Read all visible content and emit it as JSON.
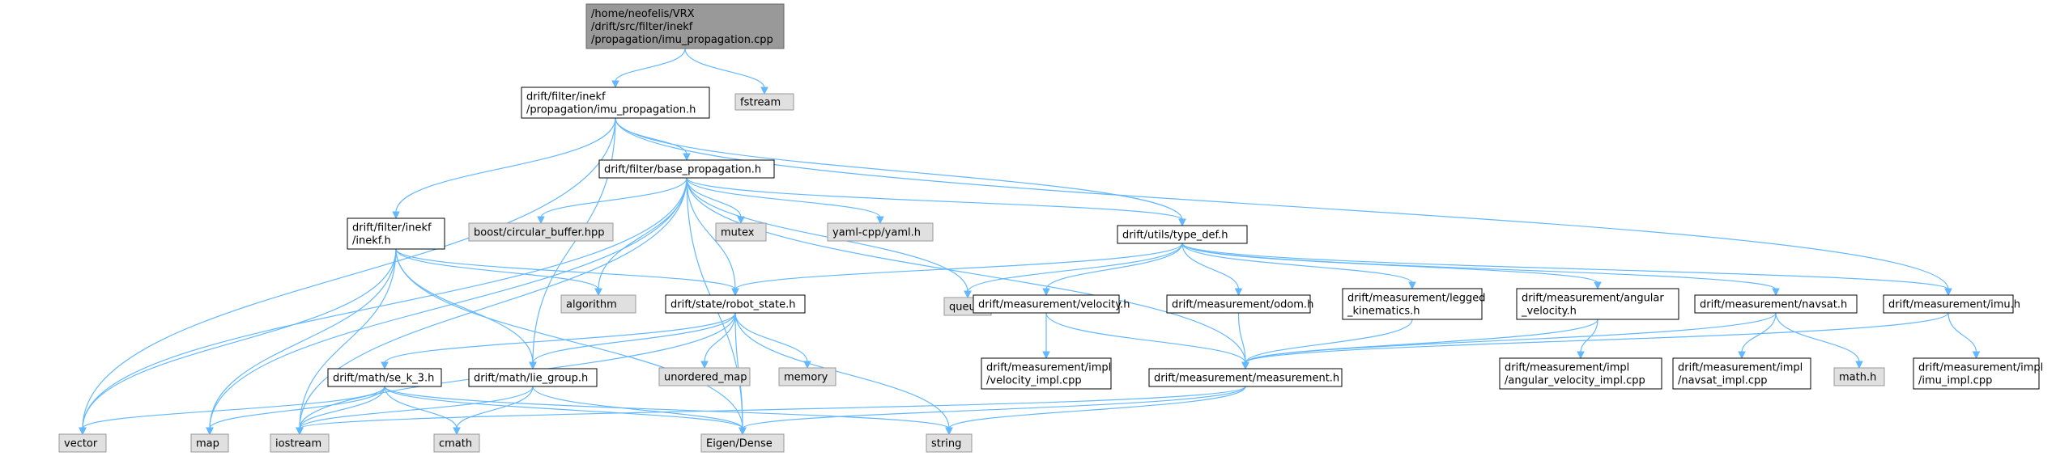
{
  "colors": {
    "edge": "#63b8ff",
    "root_fill": "#999999",
    "ext_fill": "#e0e0e0",
    "doc_fill": "#ffffff"
  },
  "nodes": [
    {
      "id": "root",
      "kind": "root",
      "lines": [
        "/home/neofelis/VRX",
        "/drift/src/filter/inekf",
        "/propagation/imu_propagation.cpp"
      ]
    },
    {
      "id": "fstream",
      "kind": "ext",
      "lines": [
        "fstream"
      ]
    },
    {
      "id": "imu_prop_h",
      "kind": "doc",
      "lines": [
        "drift/filter/inekf",
        "/propagation/imu_propagation.h"
      ]
    },
    {
      "id": "base_prop",
      "kind": "doc",
      "lines": [
        "drift/filter/base_propagation.h"
      ]
    },
    {
      "id": "inekf_h",
      "kind": "doc",
      "lines": [
        "drift/filter/inekf",
        "/inekf.h"
      ]
    },
    {
      "id": "boost_cb",
      "kind": "ext",
      "lines": [
        "boost/circular_buffer.hpp"
      ]
    },
    {
      "id": "mutex",
      "kind": "ext",
      "lines": [
        "mutex"
      ]
    },
    {
      "id": "yaml",
      "kind": "ext",
      "lines": [
        "yaml-cpp/yaml.h"
      ]
    },
    {
      "id": "type_def",
      "kind": "doc",
      "lines": [
        "drift/utils/type_def.h"
      ]
    },
    {
      "id": "algorithm",
      "kind": "ext",
      "lines": [
        "algorithm"
      ]
    },
    {
      "id": "robot_state",
      "kind": "doc",
      "lines": [
        "drift/state/robot_state.h"
      ]
    },
    {
      "id": "queue",
      "kind": "ext",
      "lines": [
        "queue"
      ]
    },
    {
      "id": "velocity_h",
      "kind": "doc",
      "lines": [
        "drift/measurement/velocity.h"
      ]
    },
    {
      "id": "odom_h",
      "kind": "doc",
      "lines": [
        "drift/measurement/odom.h"
      ]
    },
    {
      "id": "legged_h",
      "kind": "doc",
      "lines": [
        "drift/measurement/legged",
        "_kinematics.h"
      ]
    },
    {
      "id": "angvel_h",
      "kind": "doc",
      "lines": [
        "drift/measurement/angular",
        "_velocity.h"
      ]
    },
    {
      "id": "navsat_h",
      "kind": "doc",
      "lines": [
        "drift/measurement/navsat.h"
      ]
    },
    {
      "id": "imu_h",
      "kind": "doc",
      "lines": [
        "drift/measurement/imu.h"
      ]
    },
    {
      "id": "unordered_map",
      "kind": "ext",
      "lines": [
        "unordered_map"
      ]
    },
    {
      "id": "memory",
      "kind": "ext",
      "lines": [
        "memory"
      ]
    },
    {
      "id": "se_k_3",
      "kind": "doc",
      "lines": [
        "drift/math/se_k_3.h"
      ]
    },
    {
      "id": "lie_group",
      "kind": "doc",
      "lines": [
        "drift/math/lie_group.h"
      ]
    },
    {
      "id": "vel_impl",
      "kind": "doc",
      "lines": [
        "drift/measurement/impl",
        "/velocity_impl.cpp"
      ]
    },
    {
      "id": "measurement_h",
      "kind": "doc",
      "lines": [
        "drift/measurement/measurement.h"
      ]
    },
    {
      "id": "angvel_impl",
      "kind": "doc",
      "lines": [
        "drift/measurement/impl",
        "/angular_velocity_impl.cpp"
      ]
    },
    {
      "id": "navsat_impl",
      "kind": "doc",
      "lines": [
        "drift/measurement/impl",
        "/navsat_impl.cpp"
      ]
    },
    {
      "id": "math_h",
      "kind": "ext",
      "lines": [
        "math.h"
      ]
    },
    {
      "id": "imu_impl",
      "kind": "doc",
      "lines": [
        "drift/measurement/impl",
        "/imu_impl.cpp"
      ]
    },
    {
      "id": "vector",
      "kind": "ext",
      "lines": [
        "vector"
      ]
    },
    {
      "id": "map",
      "kind": "ext",
      "lines": [
        "map"
      ]
    },
    {
      "id": "iostream",
      "kind": "ext",
      "lines": [
        "iostream"
      ]
    },
    {
      "id": "cmath",
      "kind": "ext",
      "lines": [
        "cmath"
      ]
    },
    {
      "id": "eigen_dense",
      "kind": "ext",
      "lines": [
        "Eigen/Dense"
      ]
    },
    {
      "id": "string",
      "kind": "ext",
      "lines": [
        "string"
      ]
    }
  ],
  "edges": [
    [
      "root",
      "imu_prop_h"
    ],
    [
      "root",
      "fstream"
    ],
    [
      "imu_prop_h",
      "base_prop"
    ],
    [
      "imu_prop_h",
      "inekf_h"
    ],
    [
      "imu_prop_h",
      "type_def"
    ],
    [
      "imu_prop_h",
      "imu_h"
    ],
    [
      "imu_prop_h",
      "vector"
    ],
    [
      "imu_prop_h",
      "lie_group"
    ],
    [
      "base_prop",
      "boost_cb"
    ],
    [
      "base_prop",
      "mutex"
    ],
    [
      "base_prop",
      "yaml"
    ],
    [
      "base_prop",
      "type_def"
    ],
    [
      "base_prop",
      "algorithm"
    ],
    [
      "base_prop",
      "robot_state"
    ],
    [
      "base_prop",
      "queue"
    ],
    [
      "base_prop",
      "measurement_h"
    ],
    [
      "base_prop",
      "vector"
    ],
    [
      "base_prop",
      "map"
    ],
    [
      "base_prop",
      "iostream"
    ],
    [
      "base_prop",
      "eigen_dense"
    ],
    [
      "inekf_h",
      "algorithm"
    ],
    [
      "inekf_h",
      "robot_state"
    ],
    [
      "inekf_h",
      "lie_group"
    ],
    [
      "inekf_h",
      "vector"
    ],
    [
      "inekf_h",
      "map"
    ],
    [
      "inekf_h",
      "iostream"
    ],
    [
      "inekf_h",
      "eigen_dense"
    ],
    [
      "type_def",
      "robot_state"
    ],
    [
      "type_def",
      "queue"
    ],
    [
      "type_def",
      "velocity_h"
    ],
    [
      "type_def",
      "odom_h"
    ],
    [
      "type_def",
      "legged_h"
    ],
    [
      "type_def",
      "angvel_h"
    ],
    [
      "type_def",
      "navsat_h"
    ],
    [
      "type_def",
      "imu_h"
    ],
    [
      "robot_state",
      "unordered_map"
    ],
    [
      "robot_state",
      "memory"
    ],
    [
      "robot_state",
      "se_k_3"
    ],
    [
      "robot_state",
      "lie_group"
    ],
    [
      "robot_state",
      "iostream"
    ],
    [
      "robot_state",
      "eigen_dense"
    ],
    [
      "robot_state",
      "string"
    ],
    [
      "velocity_h",
      "vel_impl"
    ],
    [
      "velocity_h",
      "measurement_h"
    ],
    [
      "odom_h",
      "measurement_h"
    ],
    [
      "legged_h",
      "measurement_h"
    ],
    [
      "angvel_h",
      "angvel_impl"
    ],
    [
      "angvel_h",
      "measurement_h"
    ],
    [
      "navsat_h",
      "navsat_impl"
    ],
    [
      "navsat_h",
      "math_h"
    ],
    [
      "navsat_h",
      "measurement_h"
    ],
    [
      "imu_h",
      "imu_impl"
    ],
    [
      "imu_h",
      "measurement_h"
    ],
    [
      "se_k_3",
      "vector"
    ],
    [
      "se_k_3",
      "map"
    ],
    [
      "se_k_3",
      "iostream"
    ],
    [
      "se_k_3",
      "cmath"
    ],
    [
      "se_k_3",
      "eigen_dense"
    ],
    [
      "se_k_3",
      "string"
    ],
    [
      "lie_group",
      "iostream"
    ],
    [
      "lie_group",
      "cmath"
    ],
    [
      "lie_group",
      "eigen_dense"
    ],
    [
      "measurement_h",
      "iostream"
    ],
    [
      "measurement_h",
      "eigen_dense"
    ],
    [
      "measurement_h",
      "string"
    ]
  ]
}
